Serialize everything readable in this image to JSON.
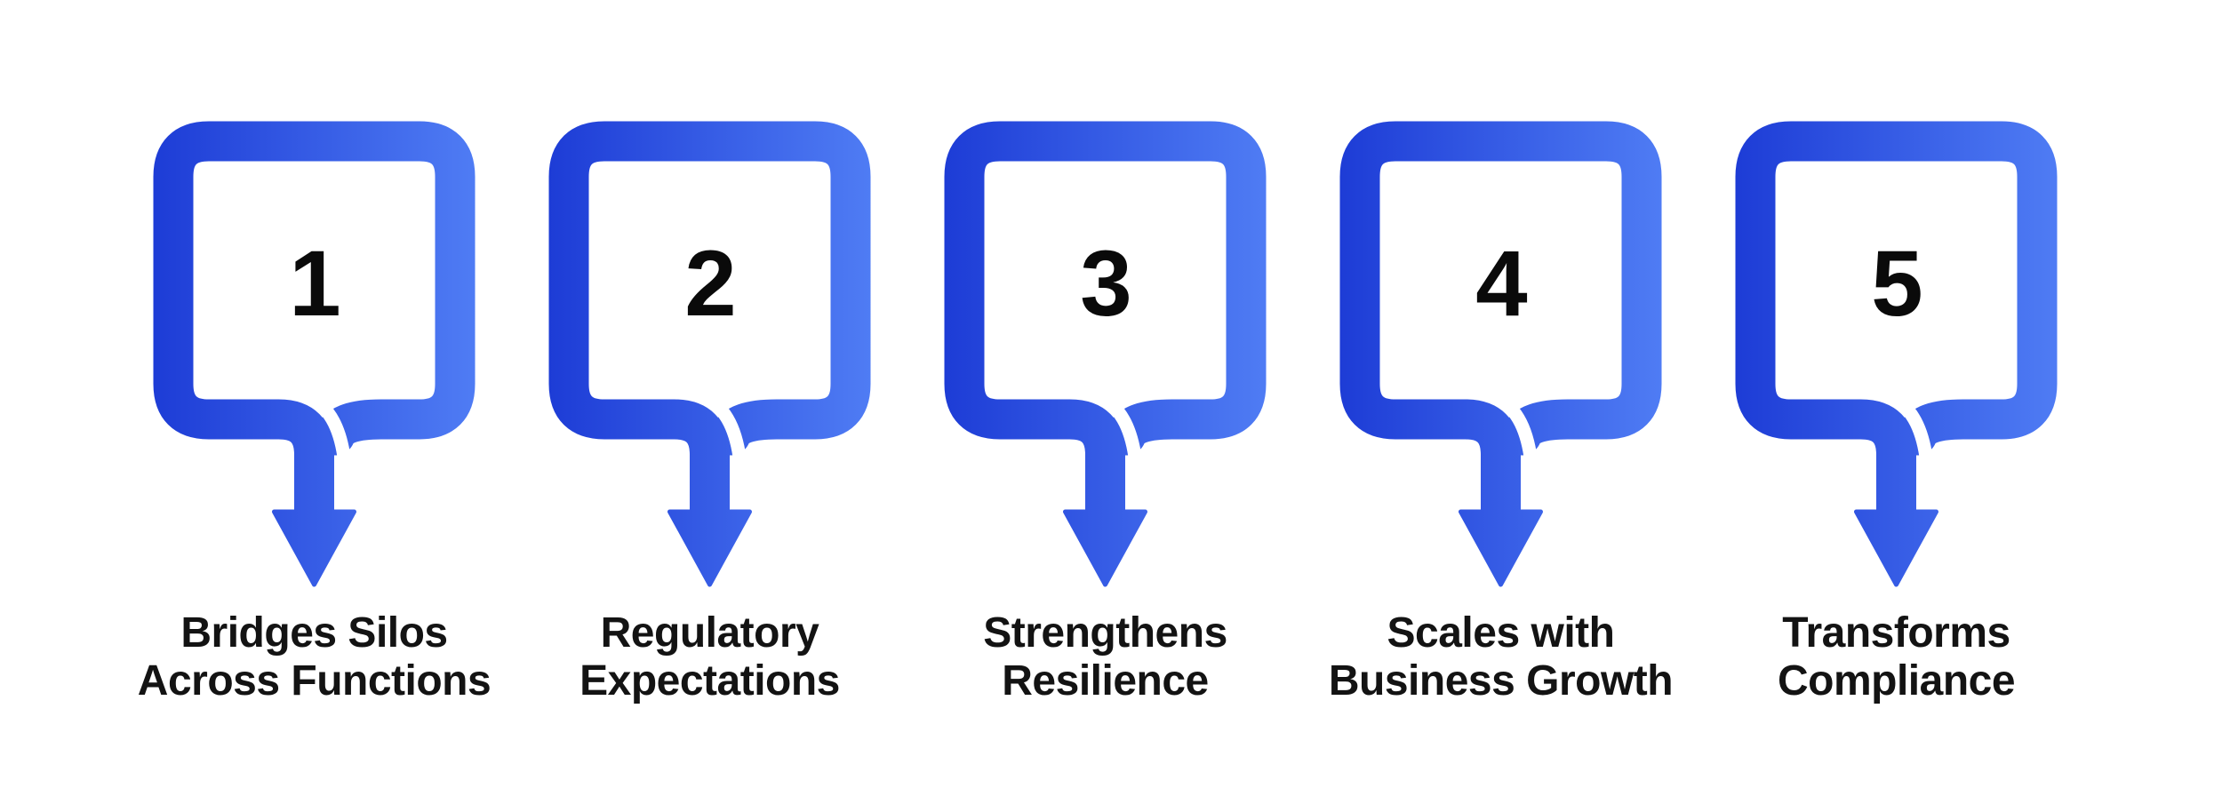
{
  "palette": {
    "background": "#ffffff",
    "gradient_start": "#1d3cd6",
    "gradient_end": "#4f7cf4",
    "number_color": "#0a0a0a",
    "label_color": "#131313"
  },
  "steps": [
    {
      "number": "1",
      "label_line1": "Bridges Silos",
      "label_line2": "Across Functions"
    },
    {
      "number": "2",
      "label_line1": "Regulatory",
      "label_line2": "Expectations"
    },
    {
      "number": "3",
      "label_line1": "Strengthens",
      "label_line2": "Resilience"
    },
    {
      "number": "4",
      "label_line1": "Scales with",
      "label_line2": "Business Growth"
    },
    {
      "number": "5",
      "label_line1": "Transforms",
      "label_line2": "Compliance"
    }
  ]
}
